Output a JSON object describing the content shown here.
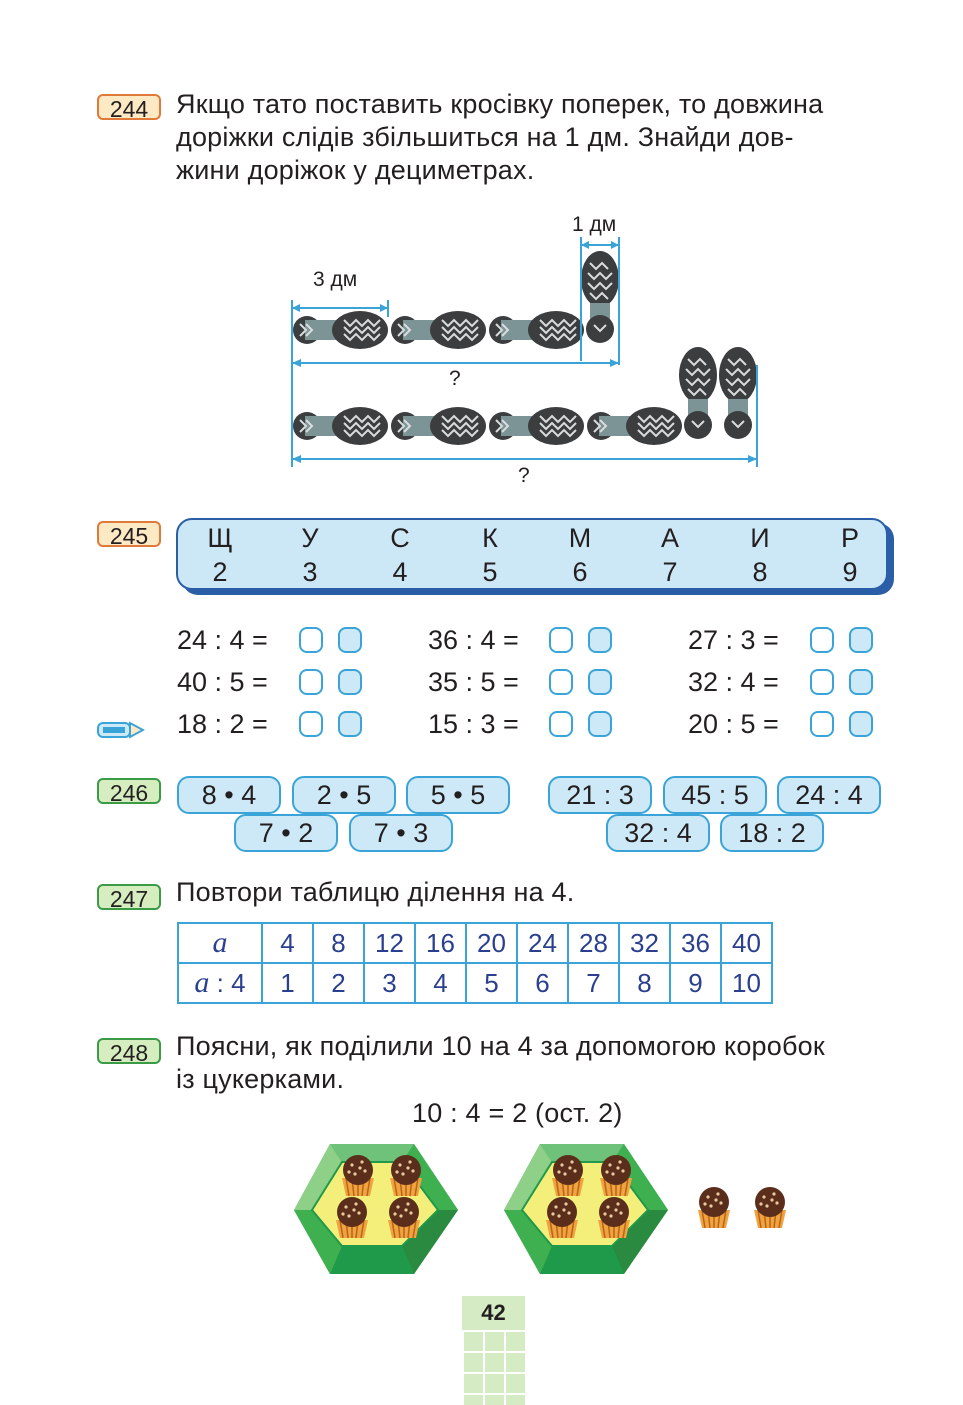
{
  "task244": {
    "number": "244",
    "text": [
      "Якщо тато поставить кросівку поперек, то довжина",
      "доріжки слідів збільшиться на 1 дм. Знайди дов-",
      "жини доріжок у дециметрах."
    ],
    "label_3dm": "3 дм",
    "label_1dm": "1 дм",
    "question1": "?",
    "question2": "?"
  },
  "task245": {
    "number": "245",
    "letters": [
      "Щ",
      "У",
      "С",
      "К",
      "М",
      "А",
      "И",
      "Р"
    ],
    "digits": [
      "2",
      "3",
      "4",
      "5",
      "6",
      "7",
      "8",
      "9"
    ],
    "rows": [
      [
        "24 : 4 =",
        "36 : 4 =",
        "27 : 3 ="
      ],
      [
        "40 : 5 =",
        "35 : 5 =",
        "32 : 4 ="
      ],
      [
        "18 : 2 =",
        "15 : 3 =",
        "20 : 5 ="
      ]
    ]
  },
  "task246": {
    "number": "246",
    "left_top": [
      "8 • 4",
      "2 • 5",
      "5 • 5"
    ],
    "left_bottom": [
      "7 • 2",
      "7 • 3"
    ],
    "right_top": [
      "21 : 3",
      "45 : 5",
      "24 : 4"
    ],
    "right_bottom": [
      "32 : 4",
      "18 : 2"
    ]
  },
  "task247": {
    "number": "247",
    "text": "Повтори таблицю ділення на 4.",
    "head_a": "a",
    "head_a4_var": "a",
    "head_a4_rest": " : 4",
    "row_a": [
      "4",
      "8",
      "12",
      "16",
      "20",
      "24",
      "28",
      "32",
      "36",
      "40"
    ],
    "row_a4": [
      "1",
      "2",
      "3",
      "4",
      "5",
      "6",
      "7",
      "8",
      "9",
      "10"
    ]
  },
  "task248": {
    "number": "248",
    "text": [
      "Поясни, як поділили 10 на 4 за допомогою коробок",
      "із цукерками."
    ],
    "equation": "10 : 4 = 2 (ост. 2)"
  },
  "page_number": "42",
  "colors": {
    "accent_blue": "#3aa4d8",
    "light_blue": "#cde9f7",
    "orange_badge": "#e07a3a",
    "green_badge": "#3a9a46",
    "box_green": "#1f9a4a",
    "box_yellow": "#f4ee7a"
  }
}
